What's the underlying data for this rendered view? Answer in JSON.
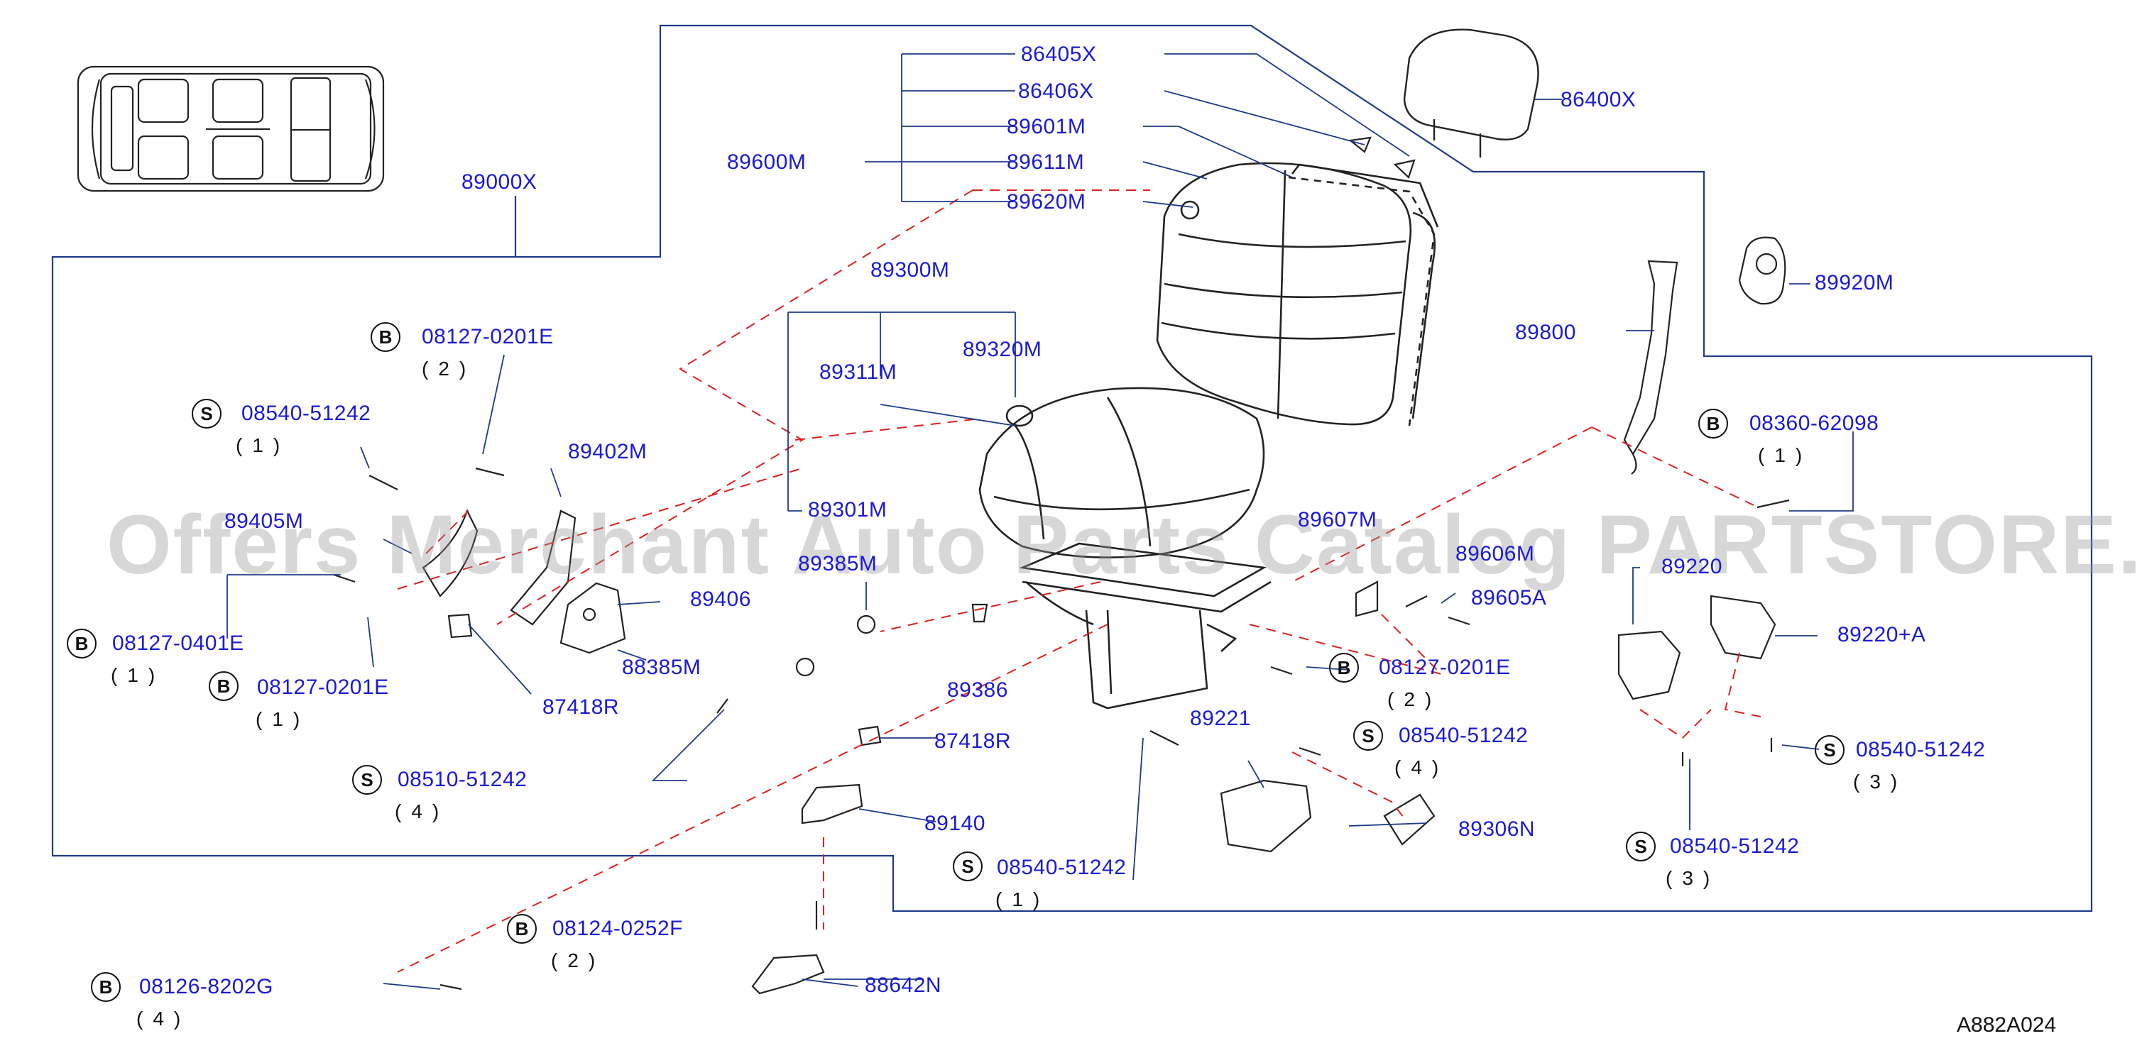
{
  "diagram": {
    "code": "A882A024",
    "watermark": "Offers Merchant Auto Parts Catalog PARTSTORE.SA",
    "colors": {
      "label": "#1a1ad6",
      "leader": "#1e3a8a",
      "dash": "#e02020",
      "line": "#222222"
    }
  },
  "parts": {
    "p86405X": "86405X",
    "p86406X": "86406X",
    "p86400X": "86400X",
    "p89601M": "89601M",
    "p89611M": "89611M",
    "p89620M": "89620M",
    "p89600M": "89600M",
    "p89000X": "89000X",
    "p89920M": "89920M",
    "p89300M": "89300M",
    "p89311M": "89311M",
    "p89320M": "89320M",
    "p89800": "89800",
    "p08127_0201E_a": "08127-0201E",
    "p08540_51242_a": "08540-51242",
    "p89402M": "89402M",
    "p08360_62098": "08360-62098",
    "p89301M": "89301M",
    "p89405M": "89405M",
    "p89607M": "89607M",
    "p89606M": "89606M",
    "p89385M": "89385M",
    "p89220": "89220",
    "p89406": "89406",
    "p89605A": "89605A",
    "p08127_0401E": "08127-0401E",
    "p89220A": "89220+A",
    "p88385M": "88385M",
    "p89386": "89386",
    "p08127_0201E_b": "08127-0201E",
    "p08127_0201E_c": "08127-0201E",
    "p87418R_a": "87418R",
    "p89221": "89221",
    "p08540_51242_b": "08540-51242",
    "p87418R_b": "87418R",
    "p08540_51242_c": "08540-51242",
    "p08510_51242": "08510-51242",
    "p89140": "89140",
    "p89306N": "89306N",
    "p08540_51242_d": "08540-51242",
    "p08540_51242_e": "08540-51242",
    "p08124_0252F": "08124-0252F",
    "p08126_8202G": "08126-8202G",
    "p88642N": "88642N"
  },
  "quantities": {
    "q08127_0201E_a": "(2)",
    "q08540_51242_a": "(1)",
    "q08360_62098": "(1)",
    "q08127_0401E": "(1)",
    "q08127_0201E_b": "(1)",
    "q08127_0201E_c": "(2)",
    "q08540_51242_b": "(4)",
    "q08540_51242_c": "(3)",
    "q08510_51242": "(4)",
    "q08540_51242_d": "(1)",
    "q08540_51242_e": "(3)",
    "q08124_0252F": "(2)",
    "q08126_8202G": "(4)"
  },
  "badges": {
    "bolt": "B",
    "screw": "S"
  }
}
